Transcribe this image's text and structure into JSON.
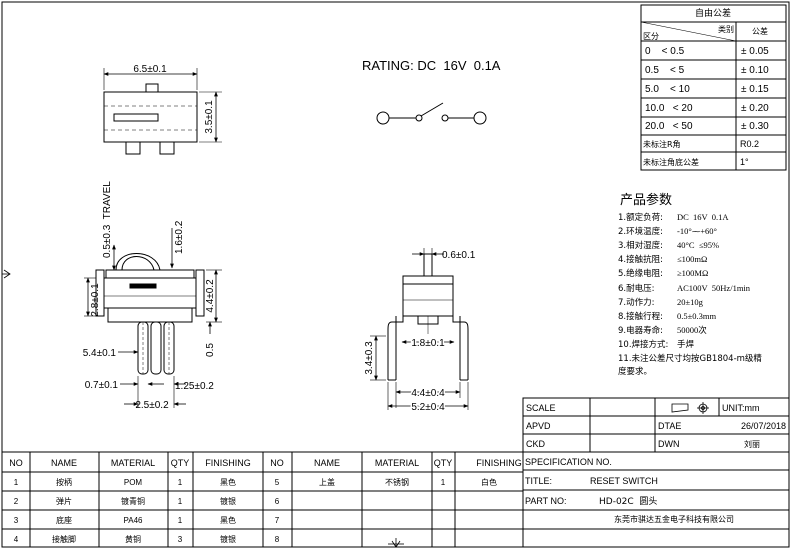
{
  "tolerance_table": {
    "title": "自由公差",
    "header_type": "类别",
    "header_zone": "区分",
    "header_tol": "公差",
    "rows": [
      {
        "range": "0    < 0.5",
        "tol": "± 0.05"
      },
      {
        "range": "0.5    < 5",
        "tol": "± 0.10"
      },
      {
        "range": "5.0    < 10",
        "tol": "± 0.15"
      },
      {
        "range": "10.0   < 20",
        "tol": "± 0.20"
      },
      {
        "range": "20.0   < 50",
        "tol": "± 0.30"
      }
    ],
    "note_r_label": "未标注R角",
    "note_r_value": "R0.2",
    "note_angle_label": "未标注角底公差",
    "note_angle_value": "1°"
  },
  "rating": "RATING: DC  16V  0.1A",
  "params": {
    "title": "产品参数",
    "items": [
      {
        "label": "1.额定负荷:",
        "value": "DC  16V  0.1A"
      },
      {
        "label": "2.环境温度:",
        "value": "-10°⁓+60°"
      },
      {
        "label": "3.相对湿度:",
        "value": "40°C  ≤95%"
      },
      {
        "label": "4.接触抗阻:",
        "value": "≤100mΩ"
      },
      {
        "label": "5.绝缘电阻:",
        "value": "≥100MΩ"
      },
      {
        "label": "6.耐电压:",
        "value": "AC100V  50Hz/1min"
      },
      {
        "label": "7.动作力:",
        "value": "20±10g"
      },
      {
        "label": "8.接触行程:",
        "value": "0.5±0.3mm"
      },
      {
        "label": "9.电器寿命:",
        "value": "50000次"
      },
      {
        "label": "10.焊接方式:",
        "value": "手焊"
      }
    ],
    "note_line1": "11.未注公差尺寸均按GB1804-m级精",
    "note_line2": "度要求。"
  },
  "dims": {
    "top_width": "6.5±0.1",
    "top_height": "3.5±0.1",
    "travel": "0.5±0.3  TRAVEL",
    "side_top": "1.6±0.2",
    "side_height": "4.4±0.2",
    "side_small": "2.8±0.1",
    "side_half": "0.5",
    "side_left": "5.4±0.1",
    "pin_w": "0.7±0.1",
    "pin_pitch": "1.25±0.2",
    "pin_span": "2.5±0.2",
    "front_top": "0.6±0.1",
    "front_pin": "1.8±0.1",
    "front_leg": "3.4±0.3",
    "front_body": "4.4±0.4",
    "front_total": "5.2±0.4"
  },
  "title_block": {
    "scale_label": "SCALE",
    "unit_label": "UNIT:mm",
    "apvd_label": "APVD",
    "dtae_label": "DTAE",
    "date": "26/07/2018",
    "ckd_label": "CKD",
    "dwn_label": "DWN",
    "drawer": "刘丽",
    "spec_label": "SPECIFICATION NO.",
    "title_label": "TITLE:",
    "title_value": "RESET SWITCH",
    "part_label": "PART NO:",
    "part_value": "HD-02C  圆头",
    "company": "东莞市骐达五金电子科技有限公司"
  },
  "bom": {
    "headers": [
      "NO",
      "NAME",
      "MATERIAL",
      "QTY",
      "FINISHING",
      "NO",
      "NAME",
      "MATERIAL",
      "QTY",
      "FINISHING"
    ],
    "rows": [
      [
        "1",
        "按柄",
        "POM",
        "1",
        "黑色",
        "5",
        "上盖",
        "不锈钢",
        "1",
        "白色"
      ],
      [
        "2",
        "弹片",
        "镀青铜",
        "1",
        "镀银",
        "6",
        "",
        "",
        "",
        ""
      ],
      [
        "3",
        "底座",
        "PA46",
        "1",
        "黑色",
        "7",
        "",
        "",
        "",
        ""
      ],
      [
        "4",
        "接触脚",
        "黄铜",
        "3",
        "镀银",
        "8",
        "",
        "",
        "",
        ""
      ]
    ]
  }
}
